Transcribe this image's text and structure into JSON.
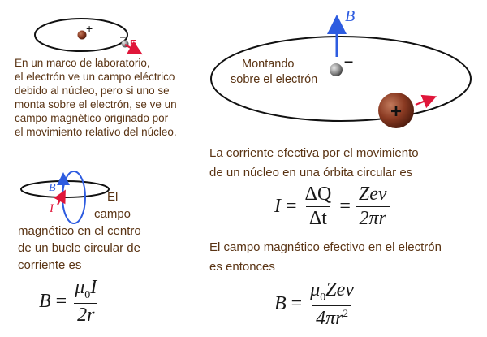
{
  "labels": {
    "plus_small": "+",
    "minus_small": "–",
    "e_label": "E",
    "b_top": "B",
    "minus_big": "–",
    "plus_big": "+",
    "b_loop": "B",
    "i_loop": "I"
  },
  "text": {
    "lab_frame": [
      "En un marco de laboratorio,",
      "el electrón ve un campo eléctrico",
      "debido al núcleo, pero si uno se",
      "monta sobre el electrón, se ve un",
      "campo magnético originado por",
      "el movimiento relativo del núcleo."
    ],
    "riding": [
      "Montando",
      "sobre el electrón"
    ],
    "current_desc": [
      "La corriente efectiva por el movimiento",
      "de un núcleo en una órbita circular es"
    ],
    "field_desc": [
      "El campo magnético efectivo en el electrón",
      "es entonces"
    ],
    "loop_desc": [
      "El",
      "campo",
      "magnético en el centro",
      "de un bucle circular de",
      "corriente es"
    ]
  },
  "equations": {
    "current": {
      "lhs": "I",
      "f1_num": "ΔQ",
      "f1_den": "Δt",
      "f2_num": "Zev",
      "f2_den": "2πr"
    },
    "loop": {
      "lhs": "B",
      "num_mu": "μ",
      "num_sub": "0",
      "num_rest": "I",
      "den": "2r"
    },
    "effective": {
      "lhs": "B",
      "num_mu": "μ",
      "num_sub": "0",
      "num_rest": "Zev",
      "den_main": "4πr",
      "den_sup": "2"
    }
  },
  "colors": {
    "text": "#4a2a10",
    "electric_arrow": "#e0163a",
    "magnetic_arrow": "#2e5ce0",
    "nucleus": "#8a3a22",
    "electron": "#8c8c8c"
  }
}
